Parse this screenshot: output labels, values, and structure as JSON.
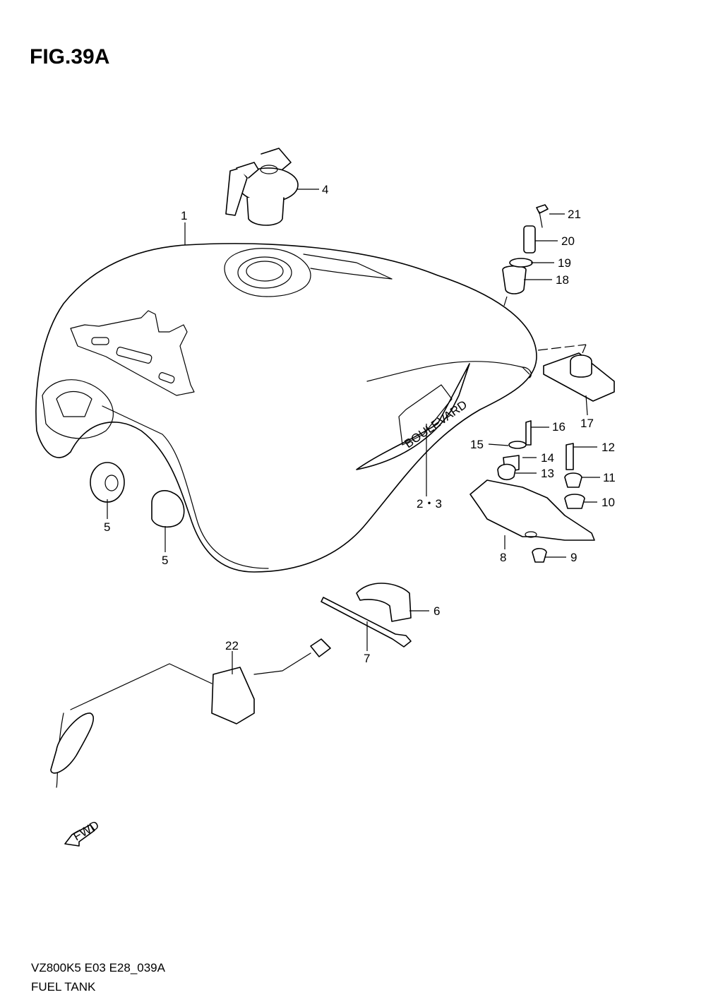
{
  "figure": {
    "title": "FIG.39A",
    "code": "VZ800K5 E03 E28_039A",
    "name": "FUEL TANK",
    "fwd_label": "FWD"
  },
  "callouts": [
    {
      "id": "c1",
      "label": "1"
    },
    {
      "id": "c4",
      "label": "4"
    },
    {
      "id": "c21",
      "label": "21"
    },
    {
      "id": "c20",
      "label": "20"
    },
    {
      "id": "c19",
      "label": "19"
    },
    {
      "id": "c18",
      "label": "18"
    },
    {
      "id": "c17",
      "label": "17"
    },
    {
      "id": "c16",
      "label": "16"
    },
    {
      "id": "c15",
      "label": "15"
    },
    {
      "id": "c14",
      "label": "14"
    },
    {
      "id": "c13",
      "label": "13"
    },
    {
      "id": "c12",
      "label": "12"
    },
    {
      "id": "c11",
      "label": "11"
    },
    {
      "id": "c10",
      "label": "10"
    },
    {
      "id": "c9",
      "label": "9"
    },
    {
      "id": "c8",
      "label": "8"
    },
    {
      "id": "c23",
      "label": "2・3"
    },
    {
      "id": "c5a",
      "label": "5"
    },
    {
      "id": "c5b",
      "label": "5"
    },
    {
      "id": "c6",
      "label": "6"
    },
    {
      "id": "c7",
      "label": "7"
    },
    {
      "id": "c22",
      "label": "22"
    }
  ]
}
